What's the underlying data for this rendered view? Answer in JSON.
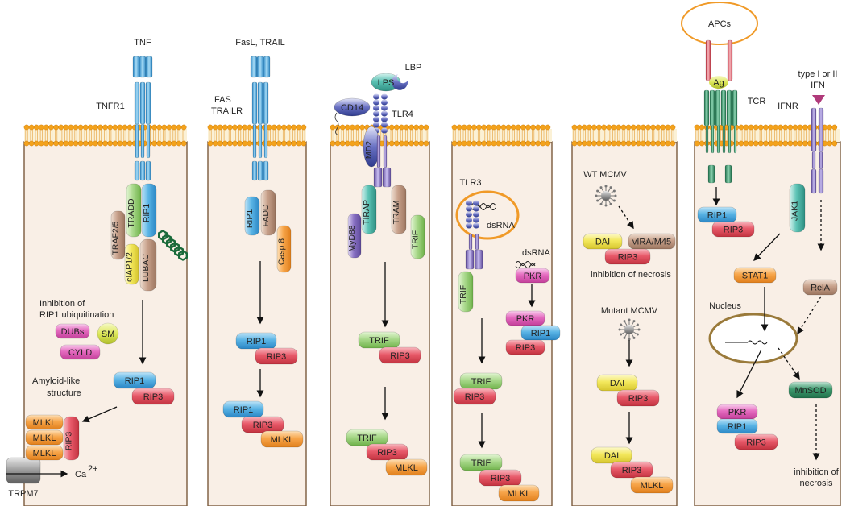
{
  "colors": {
    "panel_fill": "#f9efe6",
    "panel_border": "#7a5a3c",
    "membrane_head": "#f3a21c",
    "receptor_blue": "#4fb5e6",
    "rip1": "#5ab4e5",
    "rip3": "#e85a6a",
    "mlkl": "#f7a54a",
    "trif": "#a8d88a",
    "dai": "#f3e85c",
    "pkr": "#e56bc0",
    "nucleus": "#9a7a3a",
    "purple": "#8a72c4",
    "tcr_green": "#2e9a6a"
  },
  "panel1": {
    "ligand": "TNF",
    "receptor": "TNFR1",
    "tradd": "TRADD",
    "rip1": "RIP1",
    "traf": "TRAF2/5",
    "ciap": "cIAP1/2",
    "lubac": "LUBAC",
    "inhibition_line1": "Inhibition of",
    "inhibition_line2": "RIP1 ubiquitination",
    "dubs": "DUBs",
    "sm": "SM",
    "cyld": "CYLD",
    "amyloid_line1": "Amyloid-like",
    "amyloid_line2": "structure",
    "complex_rip1": "RIP1",
    "complex_rip3": "RIP3",
    "mlkl": [
      "MLKL",
      "MLKL",
      "MLKL"
    ],
    "rip3_vertical": "RIP3",
    "trpm7": "TRPM7",
    "ca": "Ca",
    "ca_sup": "2+"
  },
  "panel2": {
    "ligand": "FasL, TRAIL",
    "receptor_line1": "FAS",
    "receptor_line2": "TRAILR",
    "rip1": "RIP1",
    "fadd": "FADD",
    "casp8": "Casp 8",
    "c1_rip1": "RIP1",
    "c1_rip3": "RIP3",
    "c2_rip1": "RIP1",
    "c2_rip3": "RIP3",
    "c2_mlkl": "MLKL"
  },
  "panel3": {
    "lbp": "LBP",
    "lps": "LPS",
    "cd14": "CD14",
    "tlr4": "TLR4",
    "md2": "MD2",
    "tirap": "TIRAP",
    "tram": "TRAM",
    "myd88": "MyD88",
    "trif": "TRIF",
    "c1_trif": "TRIF",
    "c1_rip3": "RIP3",
    "c2_trif": "TRIF",
    "c2_rip3": "RIP3",
    "c2_mlkl": "MLKL"
  },
  "panel4": {
    "tlr3": "TLR3",
    "dsrna_inner": "dsRNA",
    "trif": "TRIF",
    "dsrna": "dsRNA",
    "pkr": "PKR",
    "c1_pkr": "PKR",
    "c1_rip1": "RIP1",
    "c1_rip3": "RIP3",
    "c2_trif": "TRIF",
    "c2_rip3": "RIP3",
    "c3_trif": "TRIF",
    "c3_rip3": "RIP3",
    "c3_mlkl": "MLKL"
  },
  "panel5": {
    "wt": "WT MCMV",
    "dai": "DAI",
    "vira": "vIRA/M45",
    "rip3": "RIP3",
    "inhibition": "inhibition of necrosis",
    "mutant": "Mutant MCMV",
    "c1_dai": "DAI",
    "c1_rip3": "RIP3",
    "c2_dai": "DAI",
    "c2_rip3": "RIP3",
    "c2_mlkl": "MLKL"
  },
  "panel6": {
    "apcs": "APCs",
    "ag": "Ag",
    "tcr": "TCR",
    "ifn_line1": "type I or II",
    "ifn_line2": "IFN",
    "ifnr": "IFNR",
    "rip1": "RIP1",
    "rip3": "RIP3",
    "jak1": "JAK1",
    "stat1": "STAT1",
    "rela": "RelA",
    "nucleus": "Nucleus",
    "mnsod": "MnSOD",
    "c_pkr": "PKR",
    "c_rip1": "RIP1",
    "c_rip3": "RIP3",
    "inhibition_line1": "inhibition of",
    "inhibition_line2": "necrosis"
  }
}
